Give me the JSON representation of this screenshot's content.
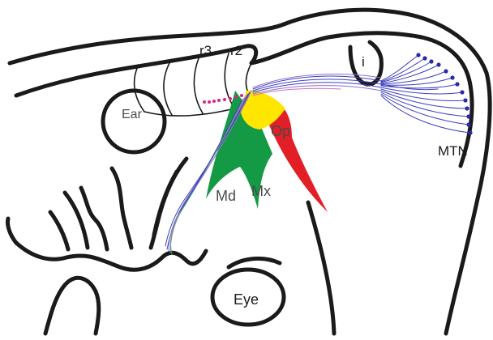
{
  "labels": {
    "r3": "r3",
    "r2": "r2",
    "i": "i",
    "ear": "Ear",
    "op": "Op",
    "md": "Md",
    "mx": "Mx",
    "mtn": "MTN",
    "eye": "Eye"
  },
  "colors": {
    "outline": "#1a1a1a",
    "op_region": "#e21f26",
    "mx_md_region": "#149a45",
    "trigeminal_core": "#ffe600",
    "axon_primary": "#3f3fc0",
    "axon_secondary": "#8f6fd0",
    "axon_accent": "#d070c0",
    "axon_green": "#3aa86a",
    "dots_mtn": "#2a2aa8",
    "dots_r2_r3": "#e0208a"
  }
}
